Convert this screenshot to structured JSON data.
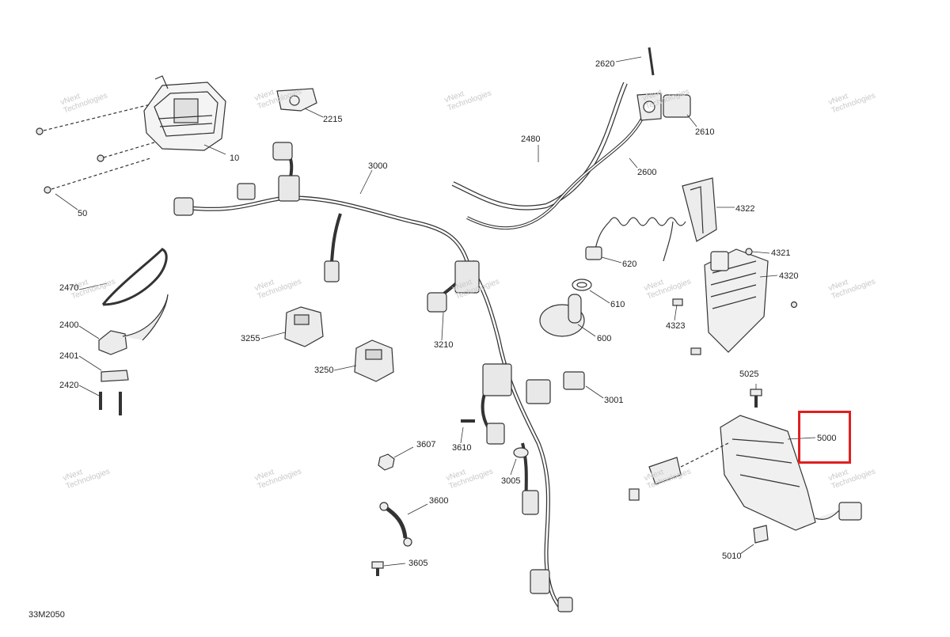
{
  "diagram_code": "33M2050",
  "watermark": {
    "line1": "vNext",
    "line2": "Technologies"
  },
  "highlight_color": "#e02020",
  "highlighted_part": "5000",
  "callouts": {
    "p10": "10",
    "p50": "50",
    "p2215": "2215",
    "p2620": "2620",
    "p2610": "2610",
    "p2480": "2480",
    "p2600": "2600",
    "p3000": "3000",
    "p4322": "4322",
    "p4321": "4321",
    "p4320": "4320",
    "p4323": "4323",
    "p620": "620",
    "p610": "610",
    "p600": "600",
    "p2470": "2470",
    "p2400": "2400",
    "p2401": "2401",
    "p2420": "2420",
    "p3255": "3255",
    "p3250": "3250",
    "p3210": "3210",
    "p3001": "3001",
    "p3610": "3610",
    "p3607": "3607",
    "p3005": "3005",
    "p3600": "3600",
    "p3605": "3605",
    "p5025": "5025",
    "p5000": "5000",
    "p5010": "5010"
  }
}
